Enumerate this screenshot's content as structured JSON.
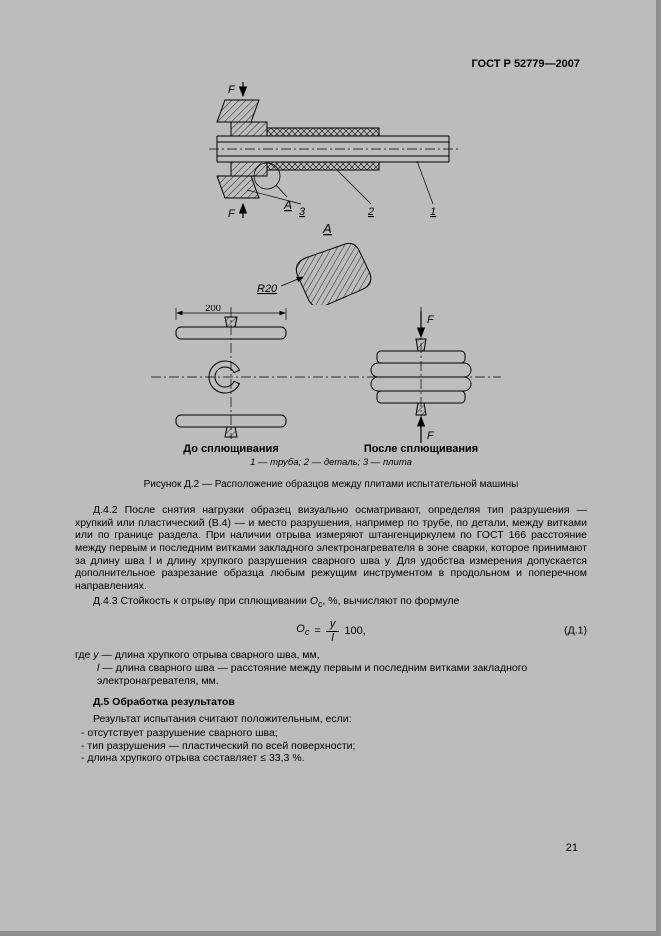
{
  "page": {
    "header": "ГОСТ Р 52779—2007",
    "page_number": "21"
  },
  "colors": {
    "page_background": "#bcbcbc",
    "text": "#000000"
  },
  "figure": {
    "labels": {
      "force": "F",
      "part1": "1",
      "part2": "2",
      "part3": "3",
      "view_a": "А",
      "radius": "R20",
      "dim200": "200",
      "before_label": "До сплющивания",
      "after_label": "После сплющивания"
    },
    "legend": "1 — труба; 2 — деталь; 3 — плита",
    "caption": "Рисунок Д.2 — Расположение образцов между плитами испытательной машины"
  },
  "text": {
    "d42": "Д.4.2 После снятия нагрузки образец визуально осматривают, определяя тип разрушения — хрупкий или пластический (В.4) — и место разрушения, например по трубе, по детали, между витками или по границе раздела. При наличии отрыва измеряют штангенциркулем по ГОСТ 166 расстояние между первым и последним витками закладного электронагревателя в зоне сварки, которое принимают за длину шва l и длину хрупкого разрушения сварного шва у. Для удобства измерения допускается дополнительное разрезание образца любым режущим инструментом в продольном и поперечном направлениях.",
    "d43_part1": "Д.4.3 Стойкость к отрыву при сплющивании ",
    "d43_var": "О",
    "d43_sub": "с",
    "d43_part2": ", %, вычисляют по формуле",
    "formula": {
      "lhs": "О",
      "lhs_sub": "с",
      "equals": "=",
      "numerator": "у",
      "denominator": "l",
      "factor": "100,",
      "number": "(Д.1)"
    },
    "where": {
      "intro": "где",
      "y_var": "у",
      "y_def": " — длина хрупкого отрыва сварного шва, мм,",
      "l_var": "l",
      "l_def": " — длина сварного шва — расстояние между первым и последним витками закладного электронагревателя, мм."
    },
    "d5_title": "Д.5 Обработка результатов",
    "d5_intro": "Результат испытания считают положительным, если:",
    "d5_items": [
      "- отсутствует разрушение сварного шва;",
      "- тип разрушения — пластический по всей поверхности;",
      "- длина хрупкого отрыва составляет ≤ 33,3 %."
    ]
  }
}
